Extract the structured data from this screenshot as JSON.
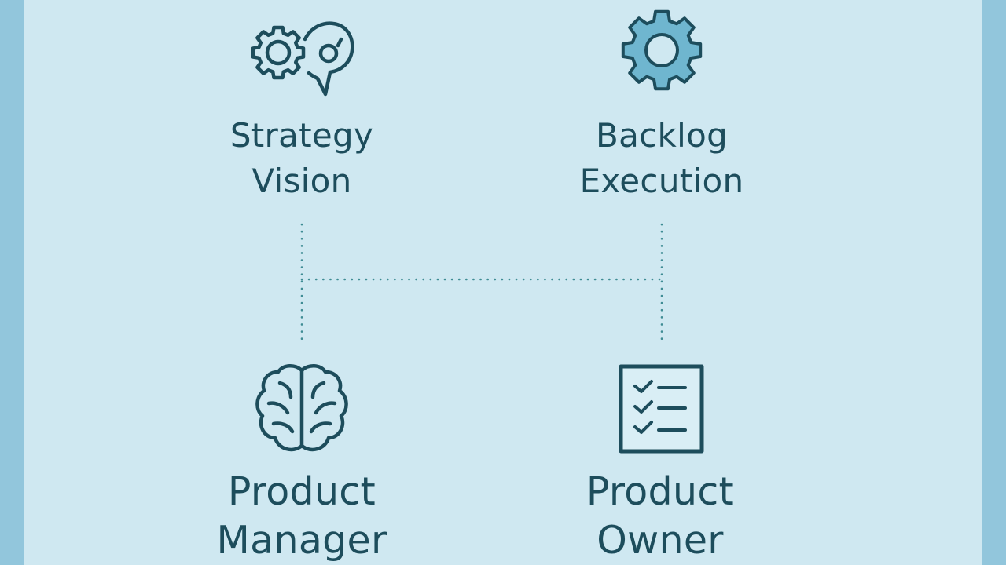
{
  "colors": {
    "outer_border": "#92c6dc",
    "panel_bg": "#cfe8f1",
    "ink": "#1d4d5c",
    "connector": "#3f8c94",
    "gear_fill": "#6fb6cf"
  },
  "nodes": {
    "strategy": {
      "icon": "gear-speech-bubble-icon",
      "line1": "Strategy",
      "line2": "Vision"
    },
    "backlog": {
      "icon": "gear-icon",
      "line1": "Backlog",
      "line2": "Execution"
    },
    "product_manager": {
      "icon": "brain-icon",
      "line1": "Product",
      "line2": "Manager"
    },
    "product_owner": {
      "icon": "checklist-icon",
      "line1": "Product",
      "line2": "Owner"
    }
  }
}
